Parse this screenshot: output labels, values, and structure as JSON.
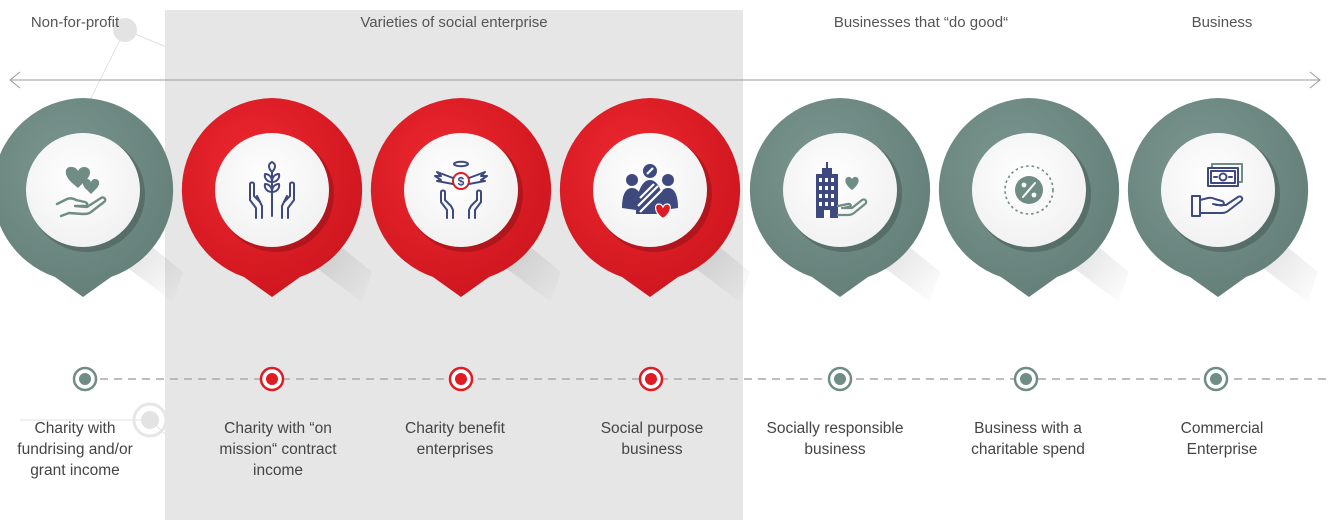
{
  "headers": {
    "non_profit": "Non-for-profit",
    "social_enterprise": "Varieties of social enterprise",
    "do_good": "Businesses that “do good“",
    "business": "Business"
  },
  "colors": {
    "teal_pin": "#6f8c85",
    "red_pin": "#e01b24",
    "icon_blue": "#3e4a7e",
    "icon_teal": "#6f8c85",
    "icon_red": "#e01b24",
    "shade": "#e6e6e6"
  },
  "items": [
    {
      "label": "Charity with fundrising and/or grant income",
      "theme": "teal",
      "icon": "hand-holding-hearts-icon"
    },
    {
      "label": "Charity with “on mission“ contract income",
      "theme": "red",
      "icon": "hands-with-plant-icon"
    },
    {
      "label": "Charity benefit enterprises",
      "theme": "red",
      "icon": "winged-coin-hands-icon"
    },
    {
      "label": "Social purpose business",
      "theme": "red",
      "icon": "people-with-heart-icon"
    },
    {
      "label": "Socially responsible business",
      "theme": "teal",
      "icon": "building-heart-hand-icon"
    },
    {
      "label": "Business with a charitable spend",
      "theme": "teal",
      "icon": "percent-badge-icon"
    },
    {
      "label": "Commercial Enterprise",
      "theme": "teal",
      "icon": "hand-holding-money-icon"
    }
  ]
}
